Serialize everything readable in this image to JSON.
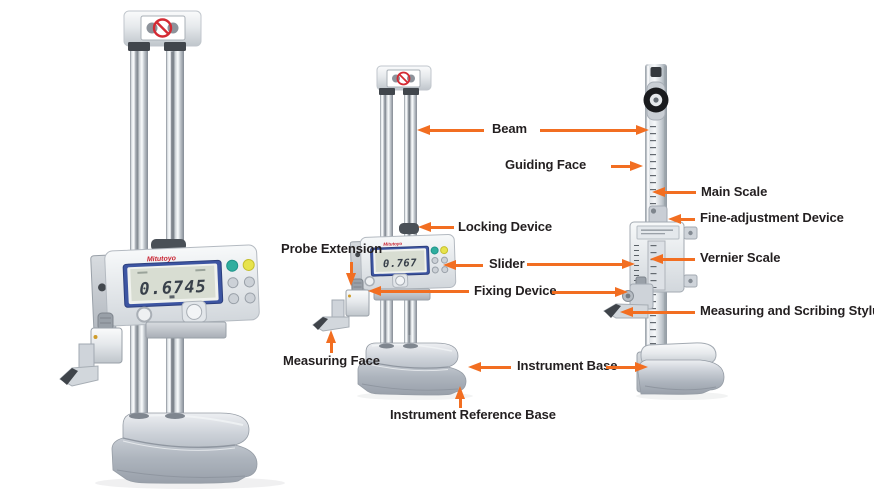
{
  "figure": {
    "type": "labeled-diagram",
    "subject": "Height gauge nomenclature",
    "background_color": "#ffffff",
    "arrow_color": "#f26e21",
    "label_text_color": "#231f20"
  },
  "instruments": {
    "left": {
      "name": "Digital height gauge (large double-column)",
      "brand": "Mitutoyo",
      "display_value": "0.6745"
    },
    "middle": {
      "name": "Digital height gauge (small double-column)",
      "brand": "Mitutoyo",
      "display_value": "0.767"
    },
    "right": {
      "name": "Vernier height gauge (single column)"
    }
  },
  "icons": {
    "pinch_warning_sticker": "prohibition-circle-over-hands",
    "top_pulley": "black-dial-with-white-center"
  },
  "labels": {
    "beam": {
      "text": "Beam"
    },
    "guiding_face": {
      "text": "Guiding Face"
    },
    "main_scale": {
      "text": "Main Scale"
    },
    "fine_adjustment_device": {
      "text": "Fine-adjustment Device"
    },
    "locking_device": {
      "text": "Locking Device"
    },
    "probe_extension": {
      "text": "Probe Extension"
    },
    "slider": {
      "text": "Slider"
    },
    "vernier_scale": {
      "text": "Vernier Scale"
    },
    "fixing_device": {
      "text": "Fixing Device"
    },
    "measuring_scribing_stylus": {
      "text": "Measuring and Scribing Stylus"
    },
    "measuring_face": {
      "text": "Measuring Face"
    },
    "instrument_base": {
      "text": "Instrument Base"
    },
    "instrument_reference_base": {
      "text": "Instrument Reference Base"
    }
  }
}
